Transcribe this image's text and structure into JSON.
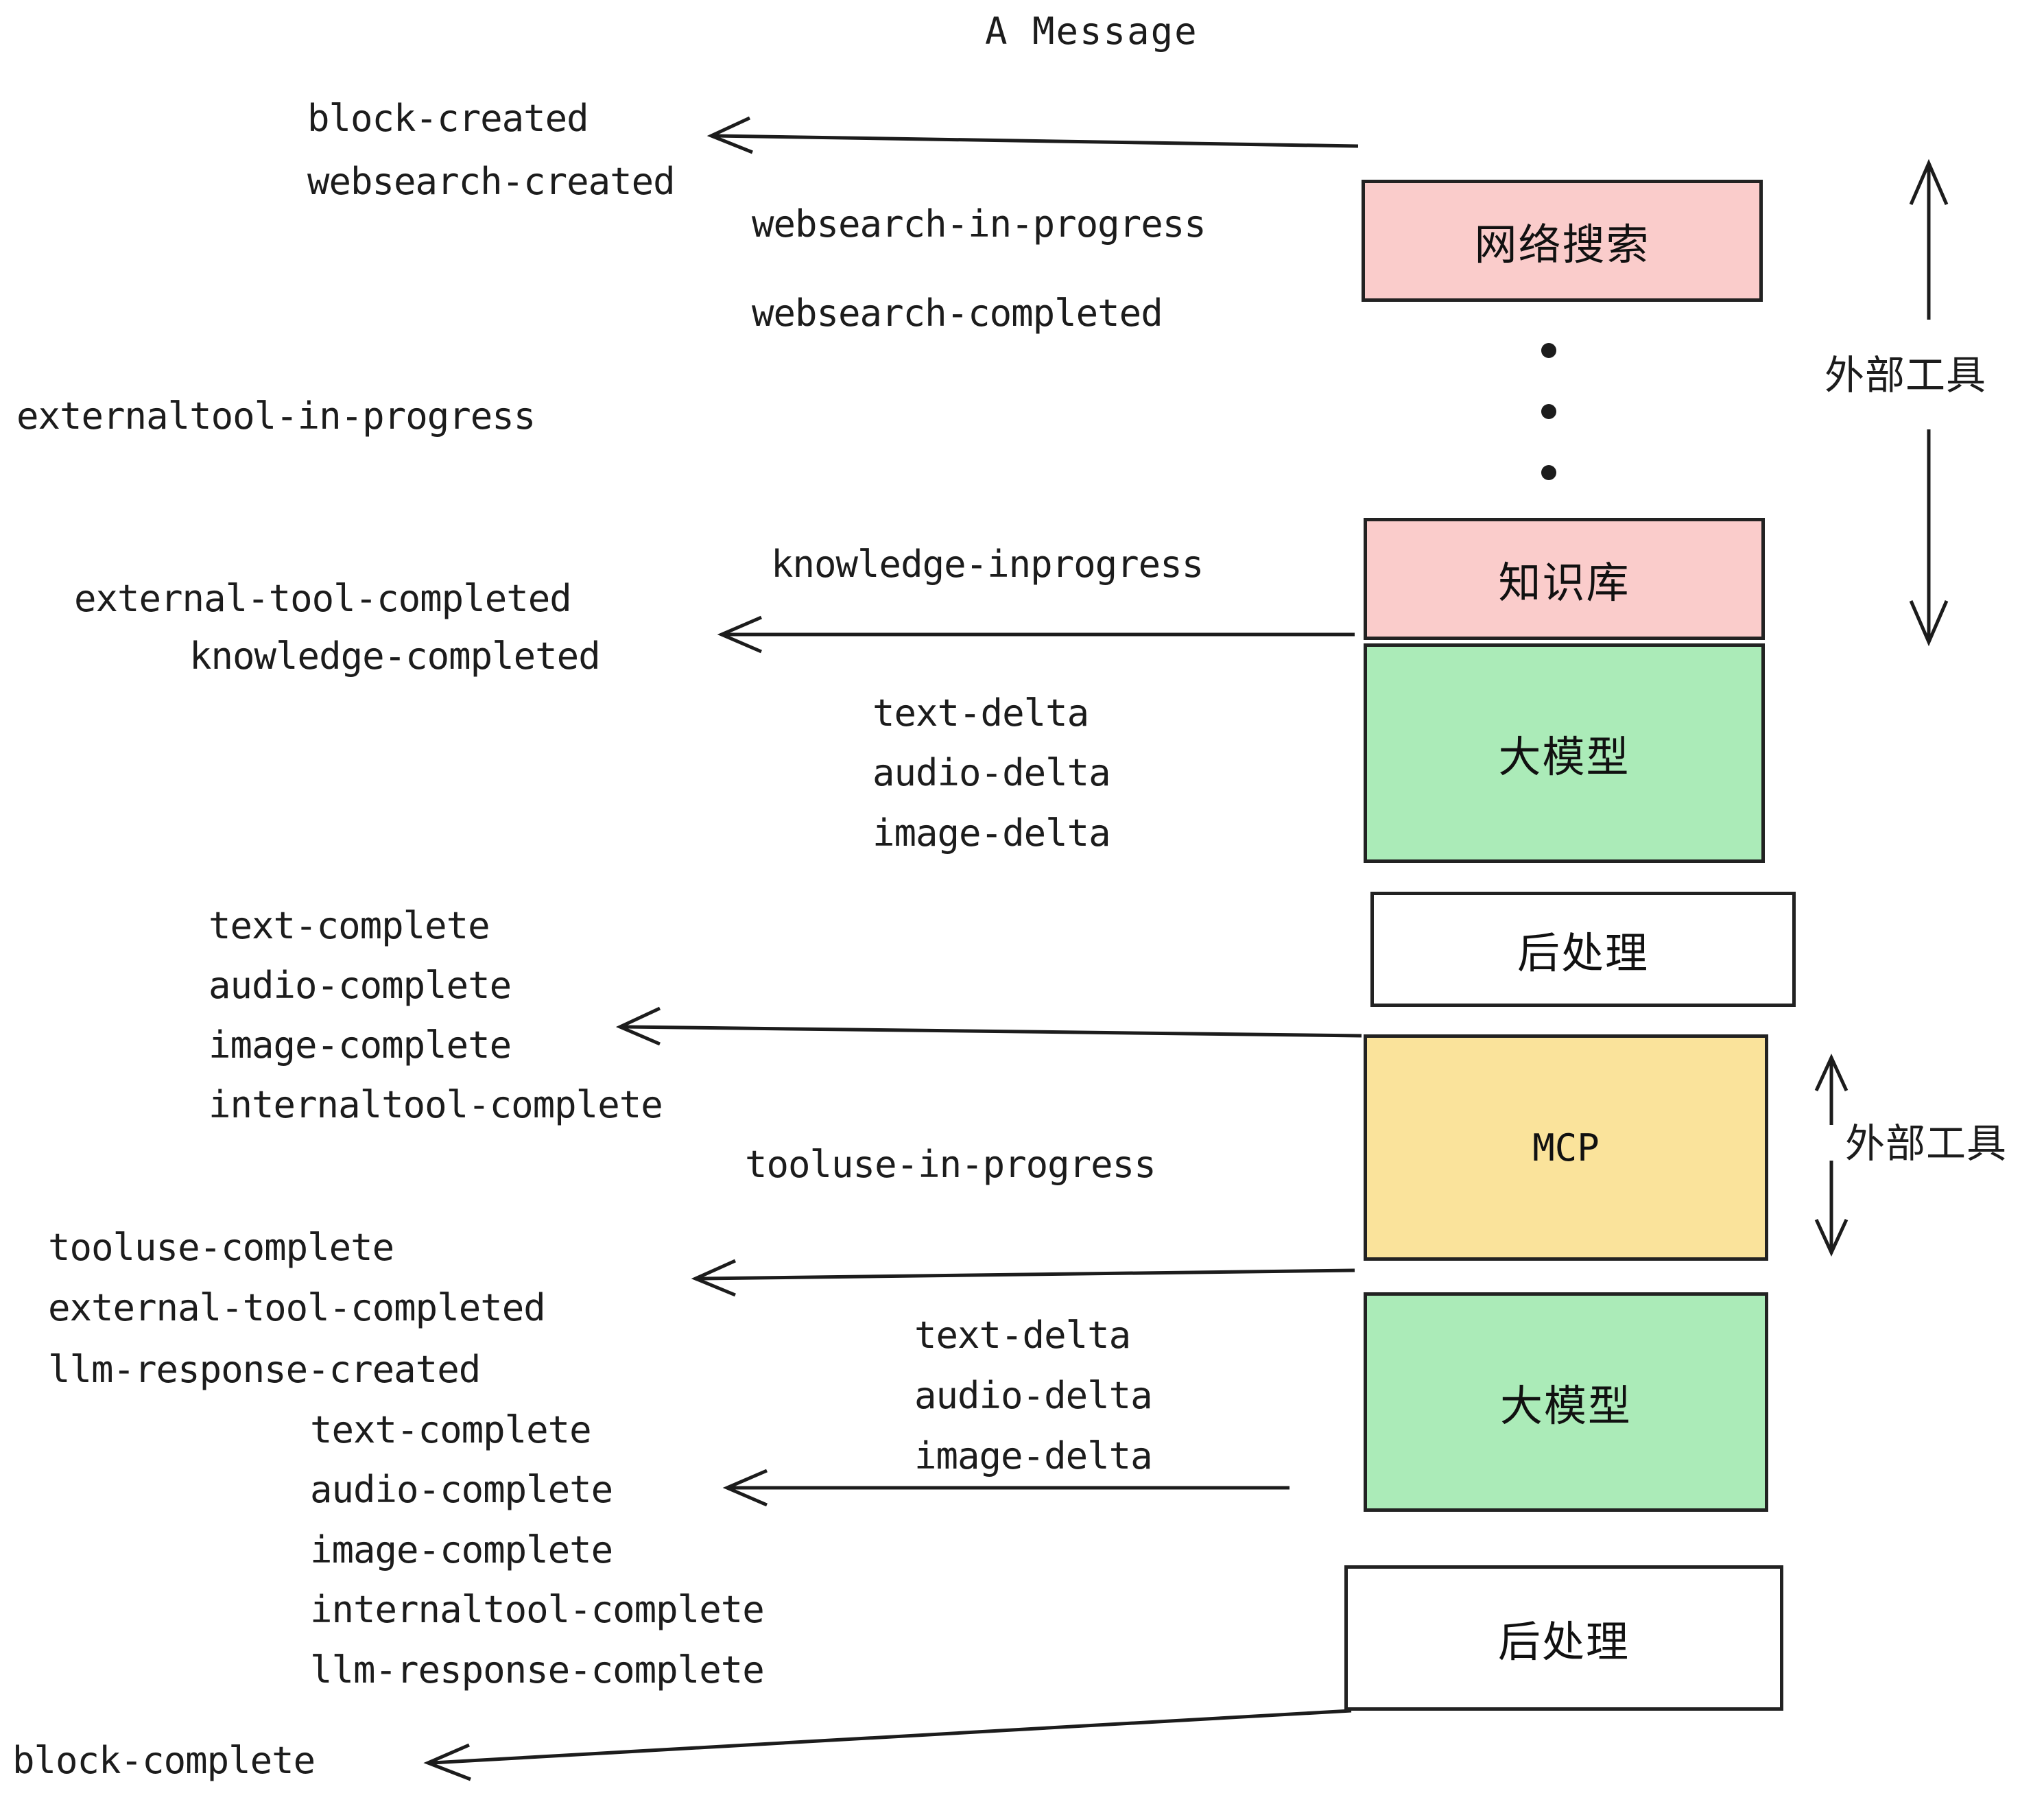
{
  "diagram": {
    "title": "A Message",
    "colors": {
      "pink": "#FACCCB",
      "green": "#ABEBB8",
      "yellow": "#FAE39B",
      "white": "#FFFFFF",
      "stroke": "#222222",
      "text": "#1C1C1C"
    },
    "nodes": [
      {
        "id": "websearch",
        "label": "网络搜索",
        "fill": "#FACCCB"
      },
      {
        "id": "knowledge",
        "label": "知识库",
        "fill": "#FACCCB"
      },
      {
        "id": "llm-1",
        "label": "大模型",
        "fill": "#ABEBB8"
      },
      {
        "id": "postprocess-1",
        "label": "后处理",
        "fill": "#FFFFFF"
      },
      {
        "id": "mcp",
        "label": "MCP",
        "fill": "#FAE39B"
      },
      {
        "id": "llm-2",
        "label": "大模型",
        "fill": "#ABEBB8"
      },
      {
        "id": "postprocess-2",
        "label": "后处理",
        "fill": "#FFFFFF"
      }
    ],
    "side_labels": [
      {
        "id": "external-tools-top",
        "label": "外部工具"
      },
      {
        "id": "external-tools-bottom",
        "label": "外部工具"
      }
    ],
    "events": [
      {
        "id": "block-created",
        "label": "block-created"
      },
      {
        "id": "websearch-created",
        "label": "websearch-created"
      },
      {
        "id": "websearch-in-progress",
        "label": "websearch-in-progress"
      },
      {
        "id": "websearch-completed",
        "label": "websearch-completed"
      },
      {
        "id": "externaltool-in-progress",
        "label": "externaltool-in-progress"
      },
      {
        "id": "knowledge-inprogress",
        "label": "knowledge-inprogress"
      },
      {
        "id": "external-tool-completed-1",
        "label": "external-tool-completed"
      },
      {
        "id": "knowledge-completed",
        "label": "knowledge-completed"
      },
      {
        "id": "text-delta-1",
        "label": "text-delta"
      },
      {
        "id": "audio-delta-1",
        "label": "audio-delta"
      },
      {
        "id": "image-delta-1",
        "label": "image-delta"
      },
      {
        "id": "text-complete-1",
        "label": "text-complete"
      },
      {
        "id": "audio-complete-1",
        "label": "audio-complete"
      },
      {
        "id": "image-complete-1",
        "label": "image-complete"
      },
      {
        "id": "internaltool-complete-1",
        "label": "internaltool-complete"
      },
      {
        "id": "tooluse-in-progress",
        "label": "tooluse-in-progress"
      },
      {
        "id": "tooluse-complete",
        "label": "tooluse-complete"
      },
      {
        "id": "external-tool-completed-2",
        "label": "external-tool-completed"
      },
      {
        "id": "llm-response-created",
        "label": "llm-response-created"
      },
      {
        "id": "text-delta-2",
        "label": "text-delta"
      },
      {
        "id": "audio-delta-2",
        "label": "audio-delta"
      },
      {
        "id": "image-delta-2",
        "label": "image-delta"
      },
      {
        "id": "text-complete-2",
        "label": "text-complete"
      },
      {
        "id": "audio-complete-2",
        "label": "audio-complete"
      },
      {
        "id": "image-complete-2",
        "label": "image-complete"
      },
      {
        "id": "internaltool-complete-2",
        "label": "internaltool-complete"
      },
      {
        "id": "llm-response-complete",
        "label": "llm-response-complete"
      },
      {
        "id": "block-complete",
        "label": "block-complete"
      }
    ],
    "ellipsis": {
      "id": "vertical-ellipsis",
      "dot_count": 3
    }
  }
}
